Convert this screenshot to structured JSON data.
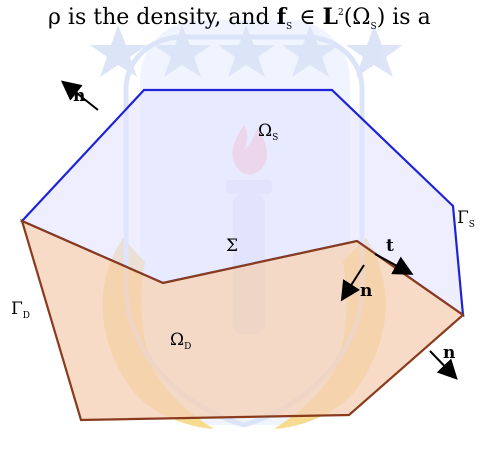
{
  "text_line": {
    "prefix": "ρ is the density, and ",
    "f": "f",
    "f_sub": "S",
    "in_symbol": " ∈ ",
    "L": "L",
    "L_sup": "2",
    "omega": "(Ω",
    "omega_sub": "S",
    "suffix": ") is a"
  },
  "labels": {
    "omega_s": "Ω",
    "omega_s_sub": "S",
    "omega_d": "Ω",
    "omega_d_sub": "D",
    "gamma_s": "Γ",
    "gamma_s_sub": "S",
    "gamma_d": "Γ",
    "gamma_d_sub": "D",
    "sigma": "Σ",
    "n_top": "n",
    "n_middle": "n",
    "n_bottom": "n",
    "t": "t"
  },
  "colors": {
    "stokes_edge": "#1e24d6",
    "stokes_fill": "#e3e4ff",
    "darcy_edge": "#8a3b1d",
    "darcy_fill": "#f4d0b6",
    "watermark_blue": "#c7d4f1",
    "watermark_yellow": "#f4d47b",
    "watermark_red": "#f4b7bd"
  }
}
